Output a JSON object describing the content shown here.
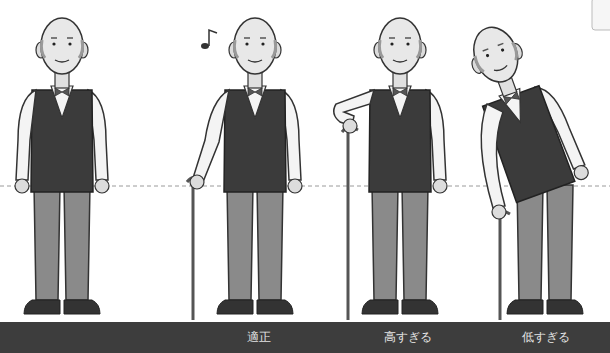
{
  "diagram": {
    "nodes": [
      {
        "text": [
          "適正",
          "高すぎる",
          "低すぎる"
        ]
      }
    ]
  }
}
